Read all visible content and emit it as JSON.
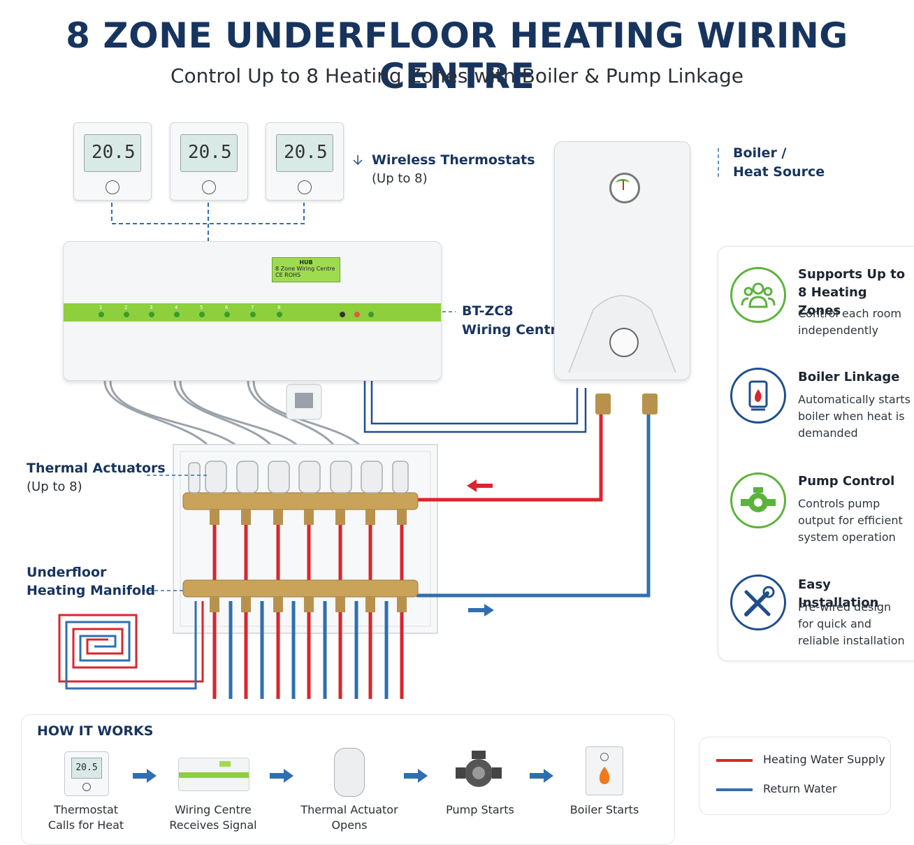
{
  "title": "8 ZONE UNDERFLOOR HEATING WIRING CENTRE",
  "subtitle": "Control Up to 8 Heating Zones with Boiler & Pump Linkage",
  "thermostats": {
    "display": "20.5",
    "label": "Wireless Thermostats",
    "sublabel": "(Up to 8)"
  },
  "boiler": {
    "label_line1": "Boiler /",
    "label_line2": "Heat Source"
  },
  "hub": {
    "plate_title": "HUB",
    "plate_line1": "8 Zone Wiring Centre",
    "plate_line2": "CE ROHS",
    "zone_numbers": [
      "1",
      "2",
      "3",
      "4",
      "5",
      "6",
      "7",
      "8"
    ],
    "label_line1": "BT-ZC8",
    "label_line2": "Wiring Centre"
  },
  "actuators": {
    "label": "Thermal Actuators",
    "sublabel": "(Up to 8)"
  },
  "manifold": {
    "label_line1": "Underfloor",
    "label_line2": "Heating Manifold"
  },
  "features": [
    {
      "title_line1": "Supports Up to",
      "title_line2": "8 Heating Zones",
      "text": [
        "Control each room",
        "independently"
      ],
      "icon": "people-group-icon",
      "color": "#5bb33b"
    },
    {
      "title_line1": "Boiler Linkage",
      "title_line2": "",
      "text": [
        "Automatically starts",
        "boiler when heat is",
        "demanded"
      ],
      "icon": "boiler-flame-icon",
      "color": "#1f4e8c"
    },
    {
      "title_line1": "Pump Control",
      "title_line2": "",
      "text": [
        "Controls pump",
        "output for efficient",
        "system operation"
      ],
      "icon": "pump-icon",
      "color": "#5bb33b"
    },
    {
      "title_line1": "Easy Installation",
      "title_line2": "",
      "text": [
        "Pre-wired design",
        "for quick and",
        "reliable installation"
      ],
      "icon": "tools-icon",
      "color": "#1f4e8c"
    }
  ],
  "how_it_works": {
    "title": "HOW IT WORKS",
    "steps": [
      {
        "line1": "Thermostat",
        "line2": "Calls for Heat",
        "icon": "thermostat-icon"
      },
      {
        "line1": "Wiring Centre",
        "line2": "Receives Signal",
        "icon": "wiring-centre-icon"
      },
      {
        "line1": "Thermal Actuator",
        "line2": "Opens",
        "icon": "actuator-icon"
      },
      {
        "line1": "Pump Starts",
        "line2": "",
        "icon": "pump-icon"
      },
      {
        "line1": "Boiler Starts",
        "line2": "",
        "icon": "boiler-icon"
      }
    ]
  },
  "legend": [
    {
      "label": "Heating Water Supply",
      "color": "#d9262b"
    },
    {
      "label": "Return Water",
      "color": "#2f6fb0"
    }
  ],
  "colors": {
    "navy": "#17345f",
    "green": "#8dcf3d",
    "supply": "#d9262b",
    "return": "#2f6fb0",
    "brass": "#c9a35a"
  }
}
